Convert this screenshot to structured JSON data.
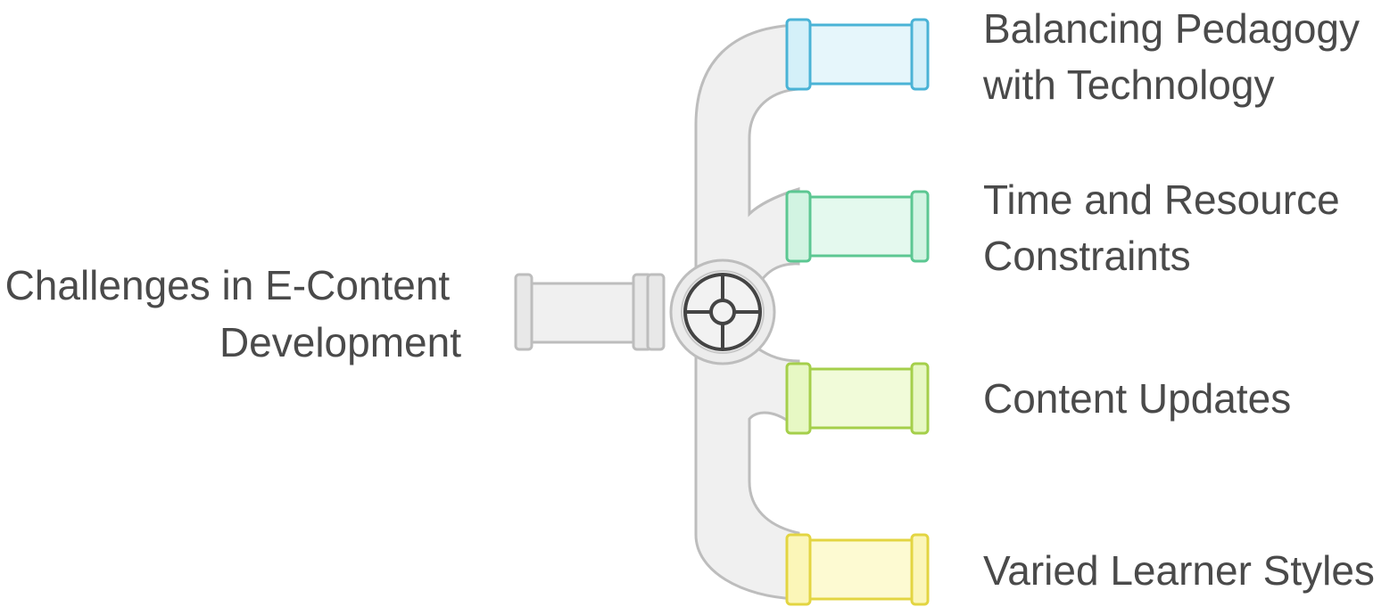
{
  "diagram": {
    "source_label": [
      "Challenges in E-Content",
      "Development"
    ],
    "outputs": [
      {
        "lines": [
          "Balancing Pedagogy",
          "with Technology"
        ],
        "fill": "#e6f6fb",
        "stroke": "#4ab3d6",
        "flange_fill": "#d4f0f9"
      },
      {
        "lines": [
          "Time and Resource",
          "Constraints"
        ],
        "fill": "#e4f9ee",
        "stroke": "#5cc792",
        "flange_fill": "#d2f4e2"
      },
      {
        "lines": [
          "Content Updates"
        ],
        "fill": "#f1fbd9",
        "stroke": "#a5cf4b",
        "flange_fill": "#e7f8c4"
      },
      {
        "lines": [
          "Varied Learner Styles"
        ],
        "fill": "#fdfad2",
        "stroke": "#e3d542",
        "flange_fill": "#fbf6b8"
      }
    ],
    "pipe_color": "#f0f0f0",
    "pipe_stroke": "#bdbdbd",
    "valve_icon": "valve-wheel-icon"
  }
}
